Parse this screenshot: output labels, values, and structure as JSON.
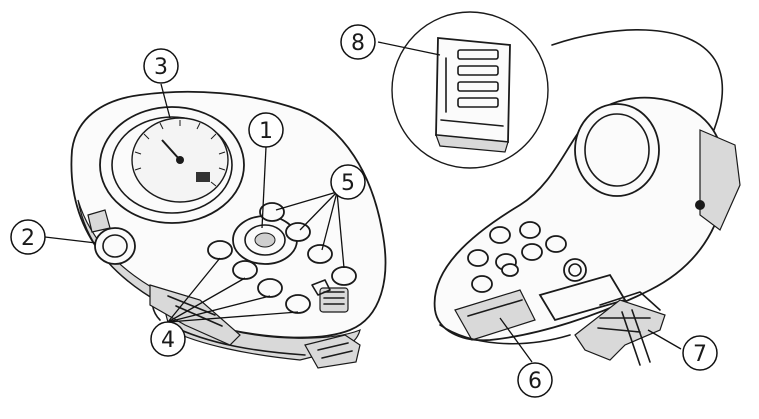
{
  "diagram": {
    "callouts": [
      {
        "id": "1",
        "label": "1"
      },
      {
        "id": "2",
        "label": "2"
      },
      {
        "id": "3",
        "label": "3"
      },
      {
        "id": "4",
        "label": "4"
      },
      {
        "id": "5",
        "label": "5"
      },
      {
        "id": "6",
        "label": "6"
      },
      {
        "id": "7",
        "label": "7"
      },
      {
        "id": "8",
        "label": "8"
      }
    ]
  },
  "colors": {
    "line": "#1a1a1a",
    "fill": "#fbfbfb",
    "shade": "#d9d9d9"
  }
}
